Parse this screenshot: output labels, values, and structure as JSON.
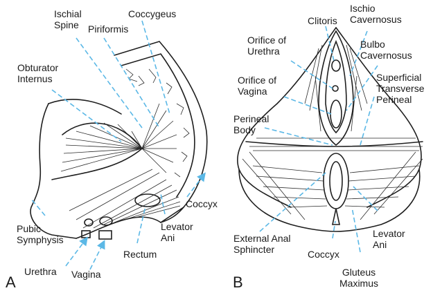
{
  "colors": {
    "leader": "#5bb8e6",
    "ink": "#1e1e1e",
    "background": "#ffffff"
  },
  "panel_a": {
    "letter": "A",
    "labels": {
      "ischial_spine": "Ischial\nSpine",
      "piriformis": "Piriformis",
      "coccygeus": "Coccygeus",
      "obturator_internus": "Obturator\nInternus",
      "coccyx": "Coccyx",
      "pubic_symphysis": "Pubic\nSymphysis",
      "levator_ani": "Levator\nAni",
      "rectum": "Rectum",
      "urethra": "Urethra",
      "vagina": "Vagina"
    }
  },
  "panel_b": {
    "letter": "B",
    "labels": {
      "clitoris": "Clitoris",
      "ischio_cavernosus": "Ischio\nCavernosus",
      "orifice_urethra": "Orifice of\nUrethra",
      "bulbo_cavernosus": "Bulbo\nCavernosus",
      "orifice_vagina": "Orifice of\nVagina",
      "superficial_transverse_perineal": "Superficial\nTransverse\nPerineal",
      "perineal_body": "Perineal\nBody",
      "external_anal_sphincter": "External Anal\nSphincter",
      "coccyx": "Coccyx",
      "levator_ani": "Levator\nAni",
      "gluteus_maximus": "Gluteus\nMaximus"
    }
  }
}
